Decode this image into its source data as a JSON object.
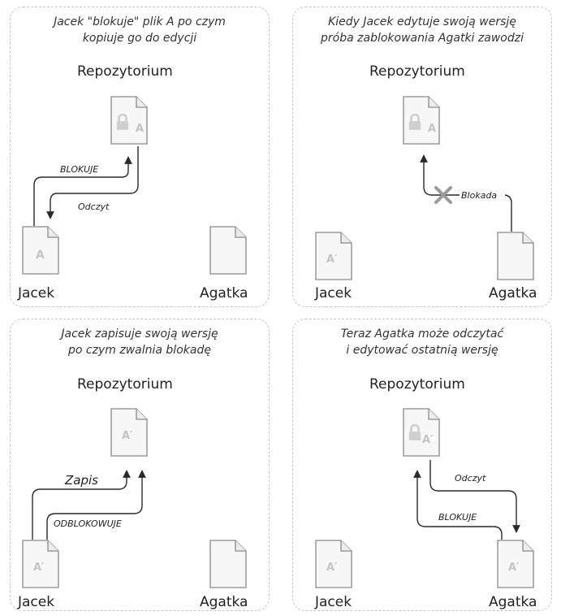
{
  "panels": {
    "p1": {
      "title_line1": "Jacek \"blokuje\" plik A po czym",
      "title_line2": "kopiuje go do edycji",
      "repo_label": "Repozytorium",
      "left_user": "Jacek",
      "right_user": "Agatka",
      "repo_doc_letter": "A",
      "jacek_doc_letter": "A",
      "arrow_up_label": "BLOKUJE",
      "arrow_down_label": "Odczyt"
    },
    "p2": {
      "title_line1": "Kiedy Jacek edytuje swoją wersję",
      "title_line2": "próba zablokowania Agatki zawodzi",
      "repo_label": "Repozytorium",
      "left_user": "Jacek",
      "right_user": "Agatka",
      "repo_doc_letter": "A",
      "jacek_doc_letter": "A′",
      "lock_label": "Blokada"
    },
    "p3": {
      "title_line1": "Jacek zapisuje swoją wersję",
      "title_line2": "po czym zwalnia blokadę",
      "repo_label": "Repozytorium",
      "left_user": "Jacek",
      "right_user": "Agatka",
      "repo_doc_letter": "A′",
      "jacek_doc_letter": "A′",
      "save_label": "Zapis",
      "unlock_label": "ODBLOKOWUJE"
    },
    "p4": {
      "title_line1": "Teraz Agatka może odczytać",
      "title_line2": "i edytować ostatnią wersję",
      "repo_label": "Repozytorium",
      "left_user": "Jacek",
      "right_user": "Agatka",
      "repo_doc_letter": "A′",
      "jacek_doc_letter": "A′",
      "agatka_doc_letter": "A′",
      "read_label": "Odczyt",
      "lock_label": "BLOKUJE"
    }
  },
  "colors": {
    "border": "#c4c4c4",
    "arrow": "#2a2a2a",
    "doc_stroke": "#8a8a8a",
    "faded": "#c8c8c8",
    "cross": "#9a9a9a"
  }
}
